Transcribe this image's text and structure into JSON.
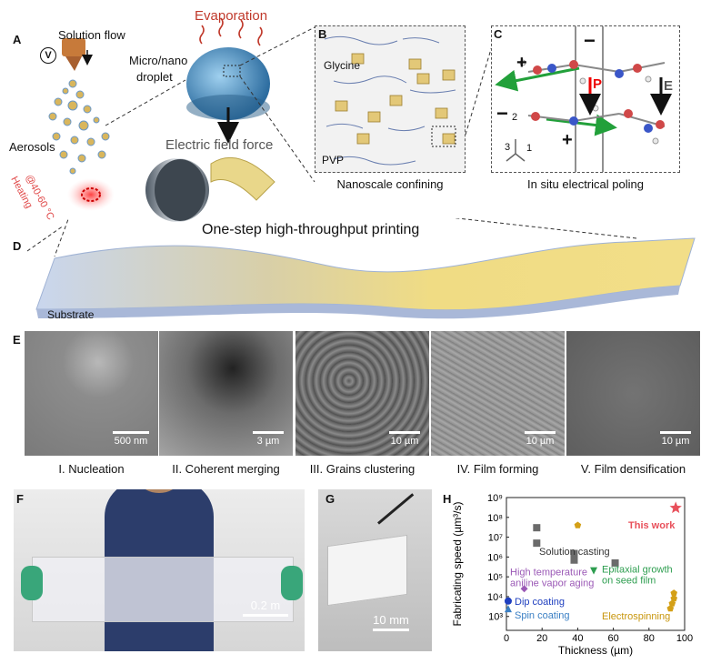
{
  "panels": {
    "A": "A",
    "B": "B",
    "C": "C",
    "D": "D",
    "E": "E",
    "F": "F",
    "G": "G",
    "H": "H"
  },
  "panelA": {
    "solution_flow": "Solution flow",
    "voltage_symbol": "V",
    "evaporation": "Evaporation",
    "micro_nano": "Micro/nano",
    "droplet": "droplet",
    "aerosols": "Aerosols",
    "electric_field_force": "Electric field force",
    "heating_line1": "Heating",
    "heating_line2": "@40-60 °C"
  },
  "panelB": {
    "glycine": "Glycine",
    "pvp": "PVP",
    "caption": "Nanoscale confining"
  },
  "panelC": {
    "plus": "+",
    "minus": "−",
    "p_label": "P",
    "e_label": "E",
    "axis_1": "1",
    "axis_2": "2",
    "axis_3": "3",
    "caption": "In situ electrical poling"
  },
  "panelD": {
    "title": "One-step high-throughput printing",
    "substrate": "Substrate"
  },
  "panelE": {
    "images": [
      {
        "scale": "500 nm",
        "caption": "I. Nucleation"
      },
      {
        "scale": "3 µm",
        "caption": "II. Coherent merging"
      },
      {
        "scale": "10 µm",
        "caption": "III. Grains clustering"
      },
      {
        "scale": "10 µm",
        "caption": "IV. Film forming"
      },
      {
        "scale": "10 µm",
        "caption": "V. Film densification"
      }
    ]
  },
  "panelF": {
    "scale": "0.2 m"
  },
  "panelG": {
    "scale": "10 mm"
  },
  "chart_data": {
    "type": "scatter",
    "xlabel": "Thickness (µm)",
    "ylabel": "Fabricating speed (µm³/s)",
    "xlim": [
      0,
      100
    ],
    "ylim_log10": [
      2.3,
      9
    ],
    "yscale": "log",
    "xticks": [
      "0",
      "20",
      "40",
      "60",
      "80",
      "100"
    ],
    "yticks": [
      "10³",
      "10⁴",
      "10⁵",
      "10⁶",
      "10⁷",
      "10⁸",
      "10⁹"
    ],
    "series": [
      {
        "name": "This work",
        "marker": "star",
        "color": "#e8505b",
        "points": [
          [
            95,
            300000000
          ]
        ]
      },
      {
        "name": "Solution casting",
        "marker": "square",
        "color": "#6b6b6b",
        "points": [
          [
            17,
            30000000
          ],
          [
            17,
            5000000
          ],
          [
            38,
            1500000
          ],
          [
            38,
            700000
          ],
          [
            61,
            500000
          ]
        ]
      },
      {
        "name": "Epitaxial growth on seed film",
        "marker": "triangle-down",
        "color": "#2e9e50",
        "points": [
          [
            49,
            200000
          ]
        ]
      },
      {
        "name": "High temperature aniline vapor aging",
        "marker": "diamond",
        "color": "#9b59b6",
        "points": [
          [
            10,
            25000
          ]
        ]
      },
      {
        "name": "Dip coating",
        "marker": "circle",
        "color": "#1f3fbf",
        "points": [
          [
            1,
            6000
          ]
        ]
      },
      {
        "name": "Spin coating",
        "marker": "triangle-up",
        "color": "#3a7fc4",
        "points": [
          [
            1,
            2500
          ]
        ]
      },
      {
        "name": "Electrospinning",
        "marker": "pentagon",
        "color": "#d4a017",
        "points": [
          [
            40,
            40000000
          ],
          [
            94,
            15000
          ],
          [
            94,
            8000
          ],
          [
            93,
            4500
          ],
          [
            92,
            2500
          ]
        ]
      }
    ],
    "labels": {
      "this_work": "This work",
      "solution_casting": "Solution casting",
      "high_temp_line1": "High temperature",
      "high_temp_line2": "aniline vapor aging",
      "epitaxial_line1": "Epitaxial growth",
      "epitaxial_line2": "on seed film",
      "dip": "Dip coating",
      "spin": "Spin coating",
      "electro": "Electrospinning"
    },
    "colors": {
      "this_work": "#e8505b",
      "solution_casting": "#333333",
      "high_temp": "#9b59b6",
      "epitaxial": "#2e9e50",
      "dip": "#1f3fbf",
      "spin": "#3a7fc4",
      "electro": "#c8960c"
    }
  }
}
